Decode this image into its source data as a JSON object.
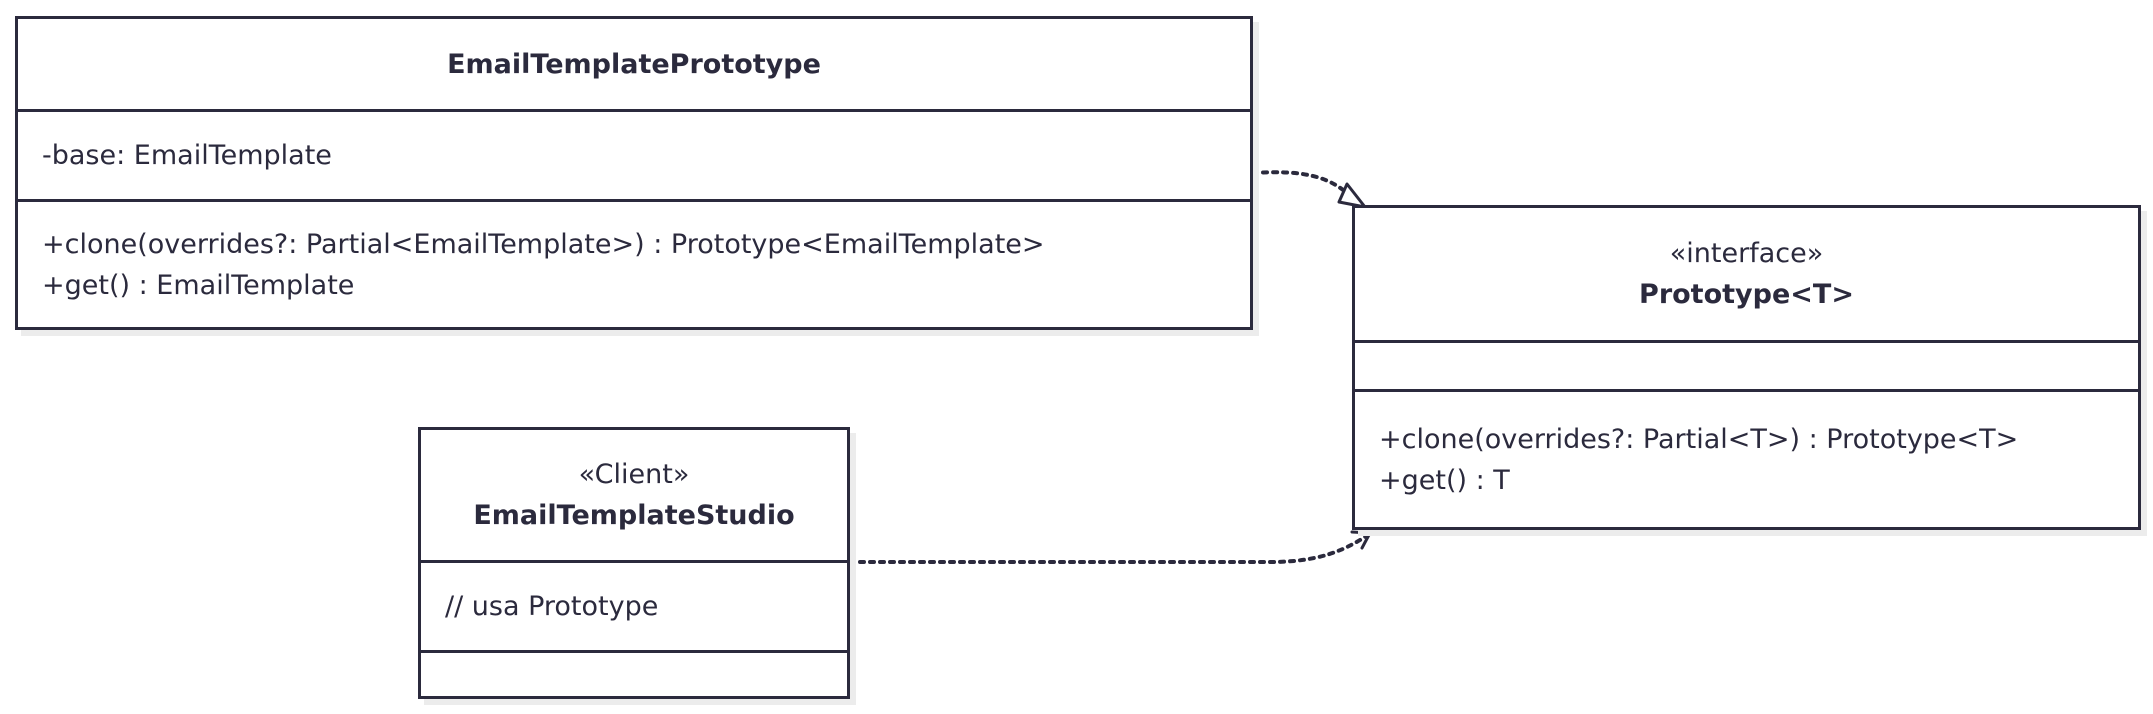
{
  "classes": {
    "email_template_prototype": {
      "name": "EmailTemplatePrototype",
      "attributes": [
        "-base: EmailTemplate"
      ],
      "methods": [
        "+clone(overrides?: Partial<EmailTemplate>) : Prototype<EmailTemplate>",
        "+get() : EmailTemplate"
      ]
    },
    "prototype_interface": {
      "stereotype": "«interface»",
      "name": "Prototype<T>",
      "attributes": [],
      "methods": [
        "+clone(overrides?: Partial<T>) : Prototype<T>",
        "+get() : T"
      ]
    },
    "email_template_studio": {
      "stereotype": "«Client»",
      "name": "EmailTemplateStudio",
      "attributes": [
        "// usa Prototype"
      ],
      "methods": []
    }
  },
  "relationships": [
    {
      "from": "EmailTemplatePrototype",
      "to": "Prototype<T>",
      "type": "realization"
    },
    {
      "from": "EmailTemplateStudio",
      "to": "Prototype<T>",
      "type": "dependency"
    }
  ],
  "colors": {
    "line": "#2b2a3d",
    "background": "#ffffff",
    "shadow": "#ececec"
  }
}
